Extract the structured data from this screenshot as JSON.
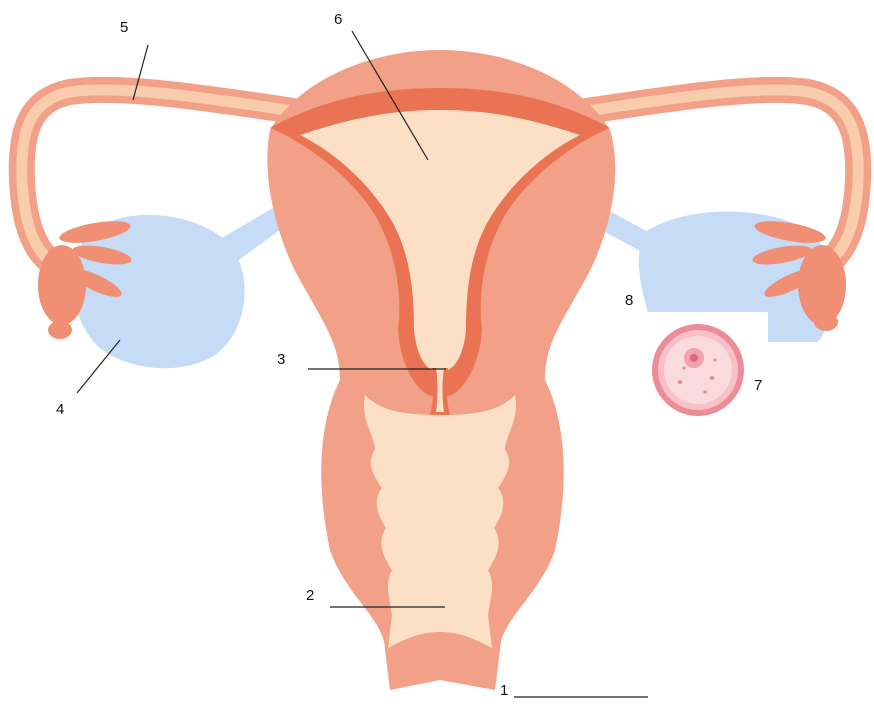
{
  "labels": {
    "l1": "1",
    "l2": "2",
    "l3": "3",
    "l4": "4",
    "l5": "5",
    "l6": "6",
    "l7": "7",
    "l8": "8"
  },
  "colors": {
    "outer_tissue": "#f2a087",
    "tube_light": "#f9ccae",
    "cavity": "#fbe0c6",
    "endometrium": "#ea7353",
    "ovary": "#c6dcf6",
    "fimbriae": "#f08f74",
    "egg_ring": "#ec8c96",
    "egg_inner": "#f9dadd"
  }
}
